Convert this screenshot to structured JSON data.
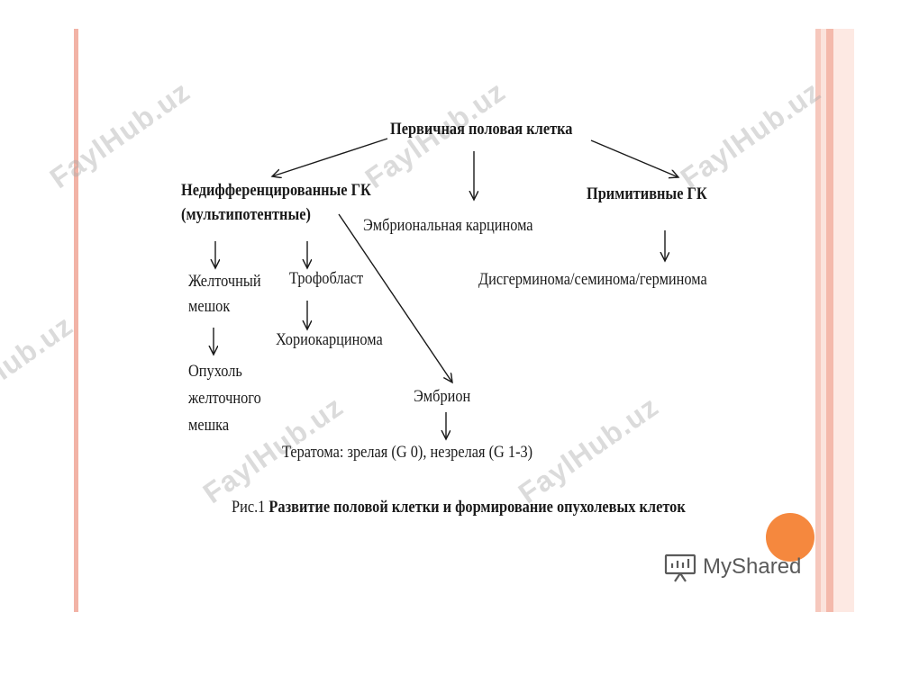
{
  "diagram": {
    "root": "Первичная половая клетка",
    "undifferentiated": {
      "line1": "Недифференцированные ГК",
      "line2": "(мультипотентные)"
    },
    "embryonal_carcinoma": "Эмбриональная карцинома",
    "primitive": "Примитивные ГК",
    "dysgerminoma": "Дисгерминома/семинома/герминома",
    "yolk_sac": {
      "line1": "Желточный",
      "line2": "мешок"
    },
    "trophoblast": "Трофобласт",
    "choriocarcinoma": "Хориокарцинома",
    "yolk_sac_tumor": {
      "line1": "Опухоль",
      "line2": "желточного",
      "line3": "мешка"
    },
    "embryo": "Эмбрион",
    "teratoma": "Тератома: зрелая (G 0), незрелая (G 1-3)"
  },
  "caption": {
    "prefix": "Рис.1",
    "text": "Развитие половой клетки и формирование опухолевых клеток"
  },
  "watermark": "FaylHub.uz",
  "brand": {
    "name": "MyShared",
    "icon": "presentation-board-icon",
    "dot_color": "#f5883e"
  },
  "colors": {
    "accent": "#f4b9ab",
    "text": "#1a1a1a"
  }
}
